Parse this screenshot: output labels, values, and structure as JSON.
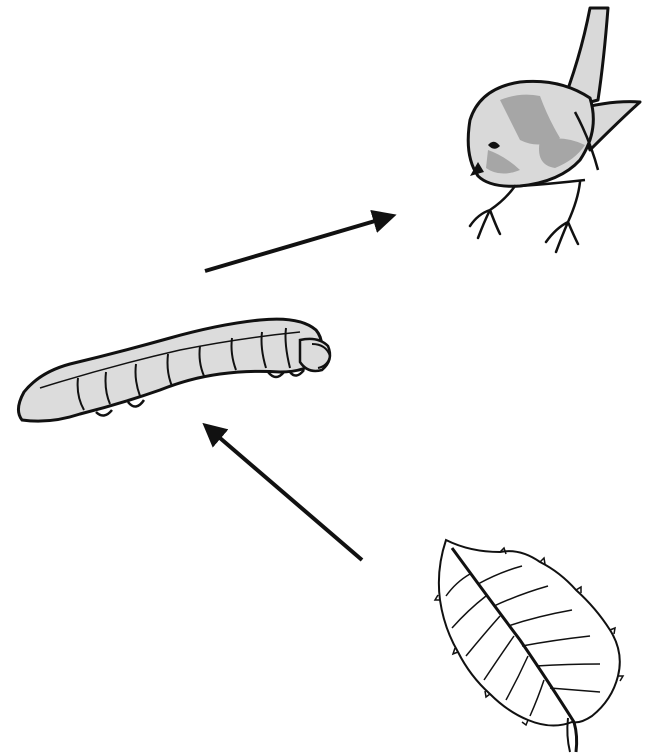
{
  "diagram": {
    "organisms": [
      {
        "id": "bird",
        "icon": "bird-icon"
      },
      {
        "id": "caterpillar",
        "icon": "caterpillar-icon"
      },
      {
        "id": "leaf",
        "icon": "leaf-icon"
      }
    ],
    "arrows": [
      {
        "from": "leaf",
        "to": "caterpillar"
      },
      {
        "from": "caterpillar",
        "to": "bird"
      }
    ],
    "colors": {
      "background": "#ffffff",
      "outline": "#111111",
      "bird_body": "#d9d9d9",
      "bird_marking": "#a6a6a6",
      "caterpillar_body": "#dcdcdc",
      "leaf_fill": "#ffffff"
    }
  }
}
